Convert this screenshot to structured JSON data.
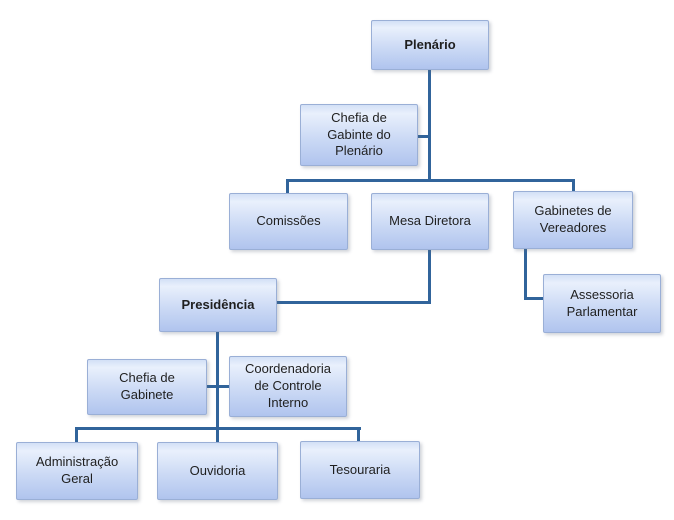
{
  "diagram": {
    "type": "org-chart",
    "language": "pt-BR",
    "colors": {
      "connector": "#31649B",
      "box_border": "#9aafd6",
      "box_gradient_top": "#d3e0f6",
      "box_gradient_light": "#e9f0fc",
      "box_gradient_bottom": "#b0c4ee",
      "text": "#1f1f1f",
      "background": "#ffffff"
    },
    "nodes": [
      {
        "id": "plenario",
        "label": "Plenário",
        "bold": true
      },
      {
        "id": "chefia-gabinte-plenario",
        "label": "Chefia de\nGabinte do\nPlenário",
        "bold": false
      },
      {
        "id": "comissoes",
        "label": "Comissões",
        "bold": false
      },
      {
        "id": "mesa-diretora",
        "label": "Mesa Diretora",
        "bold": false
      },
      {
        "id": "gabinetes-vereadores",
        "label": "Gabinetes de\nVereadores",
        "bold": false
      },
      {
        "id": "assessoria-parlamentar",
        "label": "Assessoria\nParlamentar",
        "bold": false
      },
      {
        "id": "presidencia",
        "label": "Presidência",
        "bold": true
      },
      {
        "id": "chefia-gabinete",
        "label": "Chefia de\nGabinete",
        "bold": false
      },
      {
        "id": "coordenadoria-controle-interno",
        "label": "Coordenadoria\nde Controle\nInterno",
        "bold": false
      },
      {
        "id": "administracao-geral",
        "label": "Administração\nGeral",
        "bold": false
      },
      {
        "id": "ouvidoria",
        "label": "Ouvidoria",
        "bold": false
      },
      {
        "id": "tesouraria",
        "label": "Tesouraria",
        "bold": false
      }
    ],
    "edges": [
      {
        "from": "plenario",
        "to": "chefia-gabinte-plenario"
      },
      {
        "from": "plenario",
        "to": "comissoes"
      },
      {
        "from": "plenario",
        "to": "mesa-diretora"
      },
      {
        "from": "plenario",
        "to": "gabinetes-vereadores"
      },
      {
        "from": "gabinetes-vereadores",
        "to": "assessoria-parlamentar"
      },
      {
        "from": "mesa-diretora",
        "to": "presidencia"
      },
      {
        "from": "presidencia",
        "to": "chefia-gabinete"
      },
      {
        "from": "presidencia",
        "to": "coordenadoria-controle-interno"
      },
      {
        "from": "presidencia",
        "to": "administracao-geral"
      },
      {
        "from": "presidencia",
        "to": "ouvidoria"
      },
      {
        "from": "presidencia",
        "to": "tesouraria"
      }
    ]
  }
}
